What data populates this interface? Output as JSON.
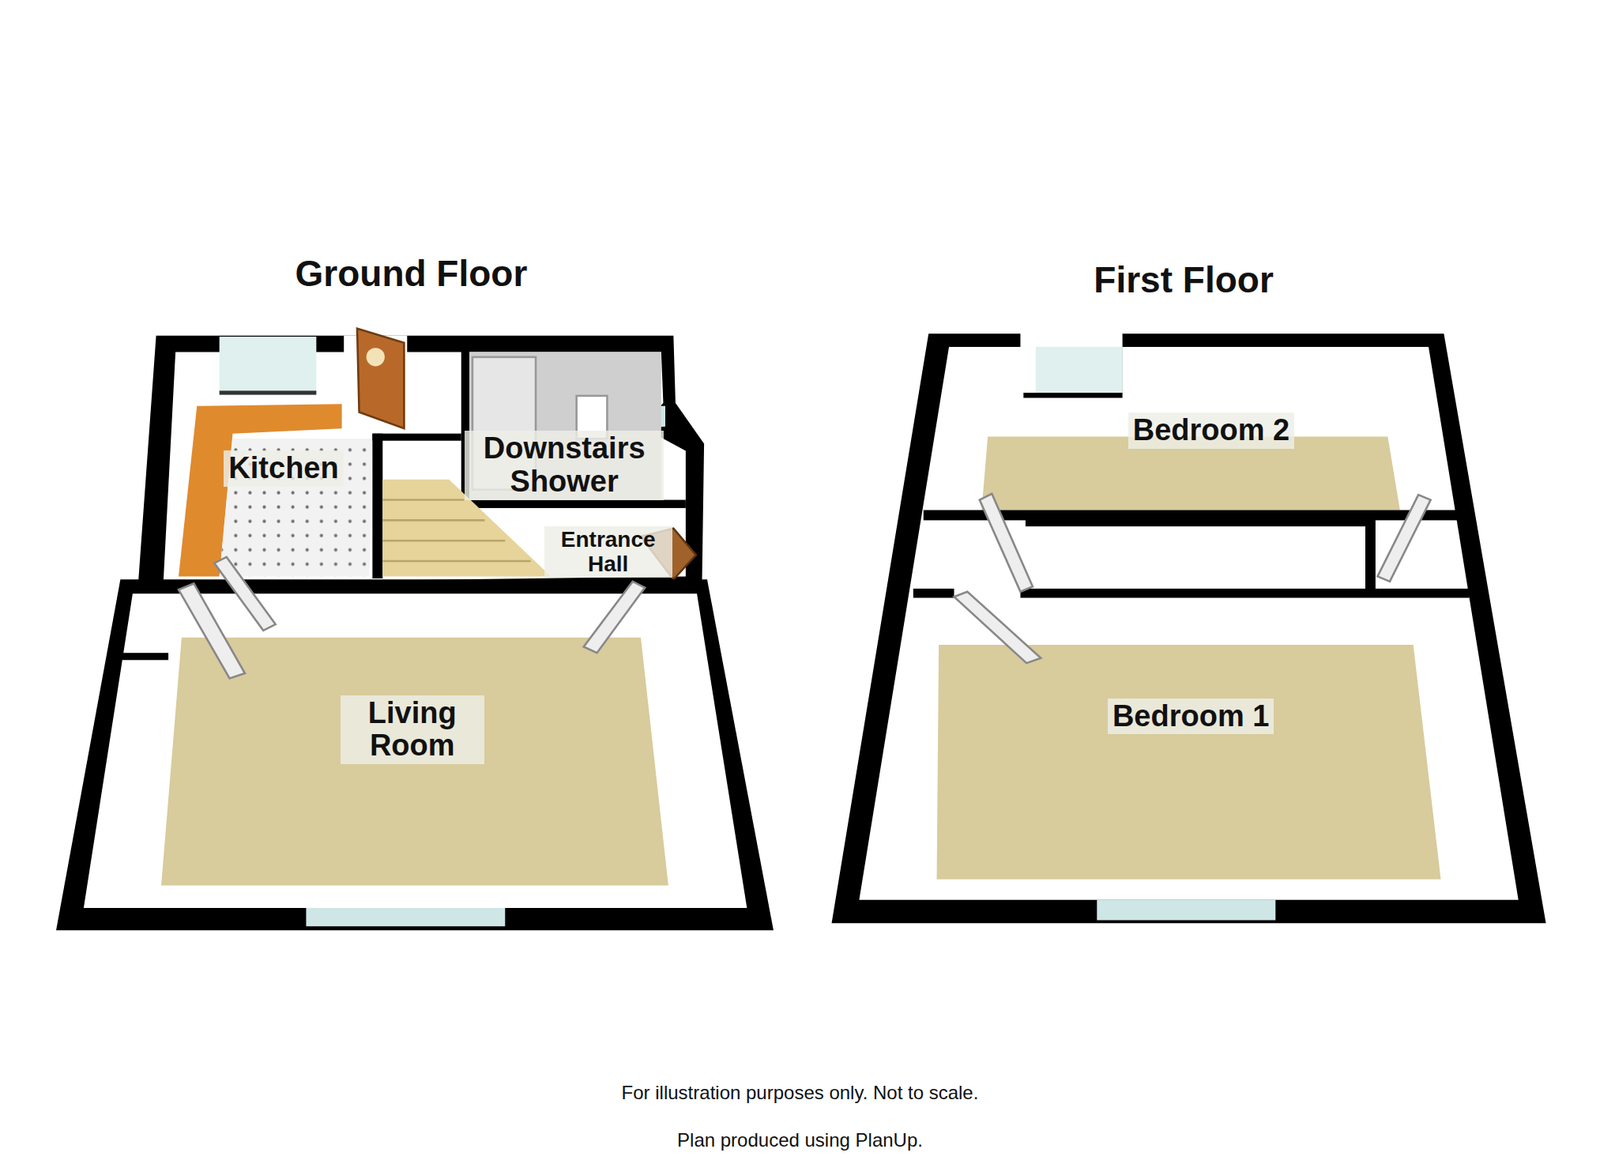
{
  "diagram": {
    "nodes": [
      {
        "text": [
          "Ground Floor"
        ]
      },
      {
        "text": [
          "Kitchen"
        ],
        "in": 0
      },
      {
        "text": [
          "Downstairs Shower"
        ],
        "in": 0
      },
      {
        "text": [
          "Entrance Hall"
        ],
        "in": 0
      },
      {
        "text": [
          "Living Room"
        ],
        "in": 0
      },
      {
        "text": [
          "First Floor"
        ]
      },
      {
        "text": [
          "Bedroom 2"
        ],
        "in": 5
      },
      {
        "text": [
          "Bedroom 1"
        ],
        "in": 5
      }
    ],
    "labels": [
      "For illustration purposes only. Not to scale.",
      "Plan produced using PlanUp."
    ]
  }
}
